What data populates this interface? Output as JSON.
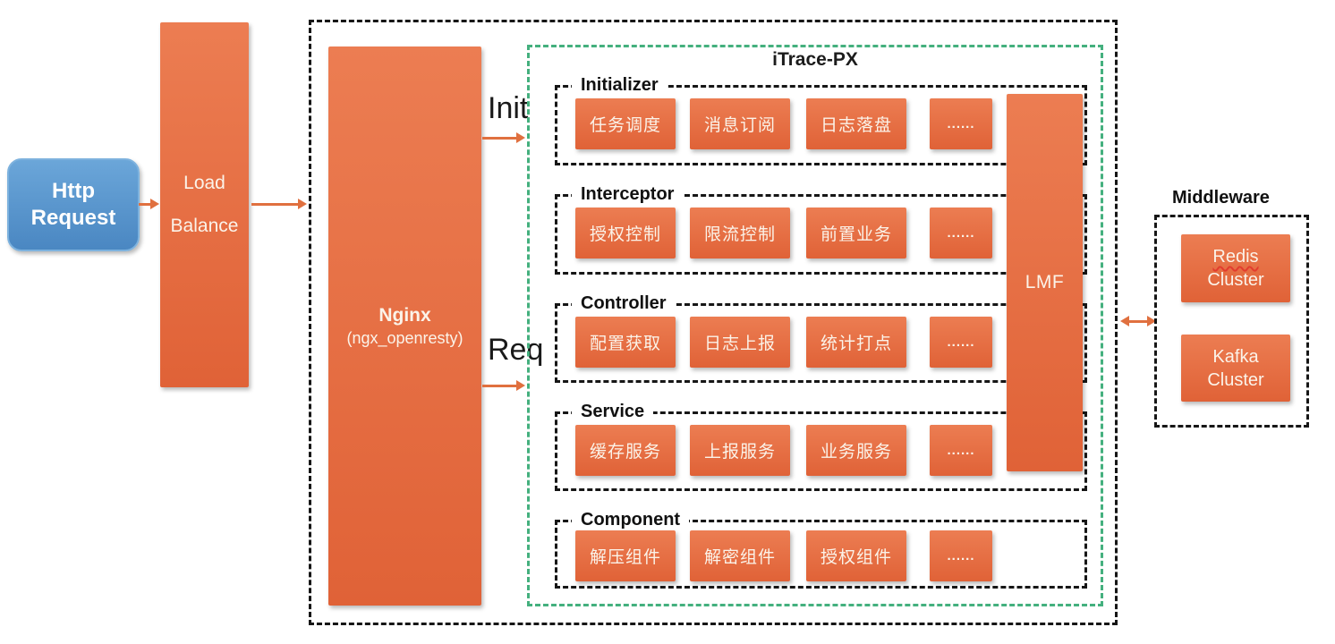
{
  "colors": {
    "box_orange_top": "#ec7d52",
    "box_orange_bottom": "#e06237",
    "http_blue": "#4a87c2",
    "green_border": "#44b07e",
    "arrow_orange": "#e0703f",
    "dash_black": "#161616"
  },
  "http_request": {
    "line1": "Http",
    "line2": "Request"
  },
  "load_balance": {
    "line1": "Load",
    "line2": "Balance"
  },
  "nginx": {
    "line1": "Nginx",
    "line2": "(ngx_openresty)"
  },
  "flow_labels": {
    "init": "Init",
    "req": "Req"
  },
  "itrace": {
    "title": "iTrace-PX",
    "lmf_label": "LMF",
    "sections": [
      {
        "label": "Initializer",
        "boxes": [
          "任务调度",
          "消息订阅",
          "日志落盘",
          "......"
        ]
      },
      {
        "label": "Interceptor",
        "boxes": [
          "授权控制",
          "限流控制",
          "前置业务",
          "......"
        ]
      },
      {
        "label": "Controller",
        "boxes": [
          "配置获取",
          "日志上报",
          "统计打点",
          "......"
        ]
      },
      {
        "label": "Service",
        "boxes": [
          "缓存服务",
          "上报服务",
          "业务服务",
          "......"
        ]
      },
      {
        "label": "Component",
        "boxes": [
          "解压组件",
          "解密组件",
          "授权组件",
          "......"
        ]
      }
    ]
  },
  "middleware": {
    "title": "Middleware",
    "nodes": [
      {
        "line1": "Redis",
        "line2": "Cluster"
      },
      {
        "line1": "Kafka",
        "line2": "Cluster"
      }
    ]
  }
}
